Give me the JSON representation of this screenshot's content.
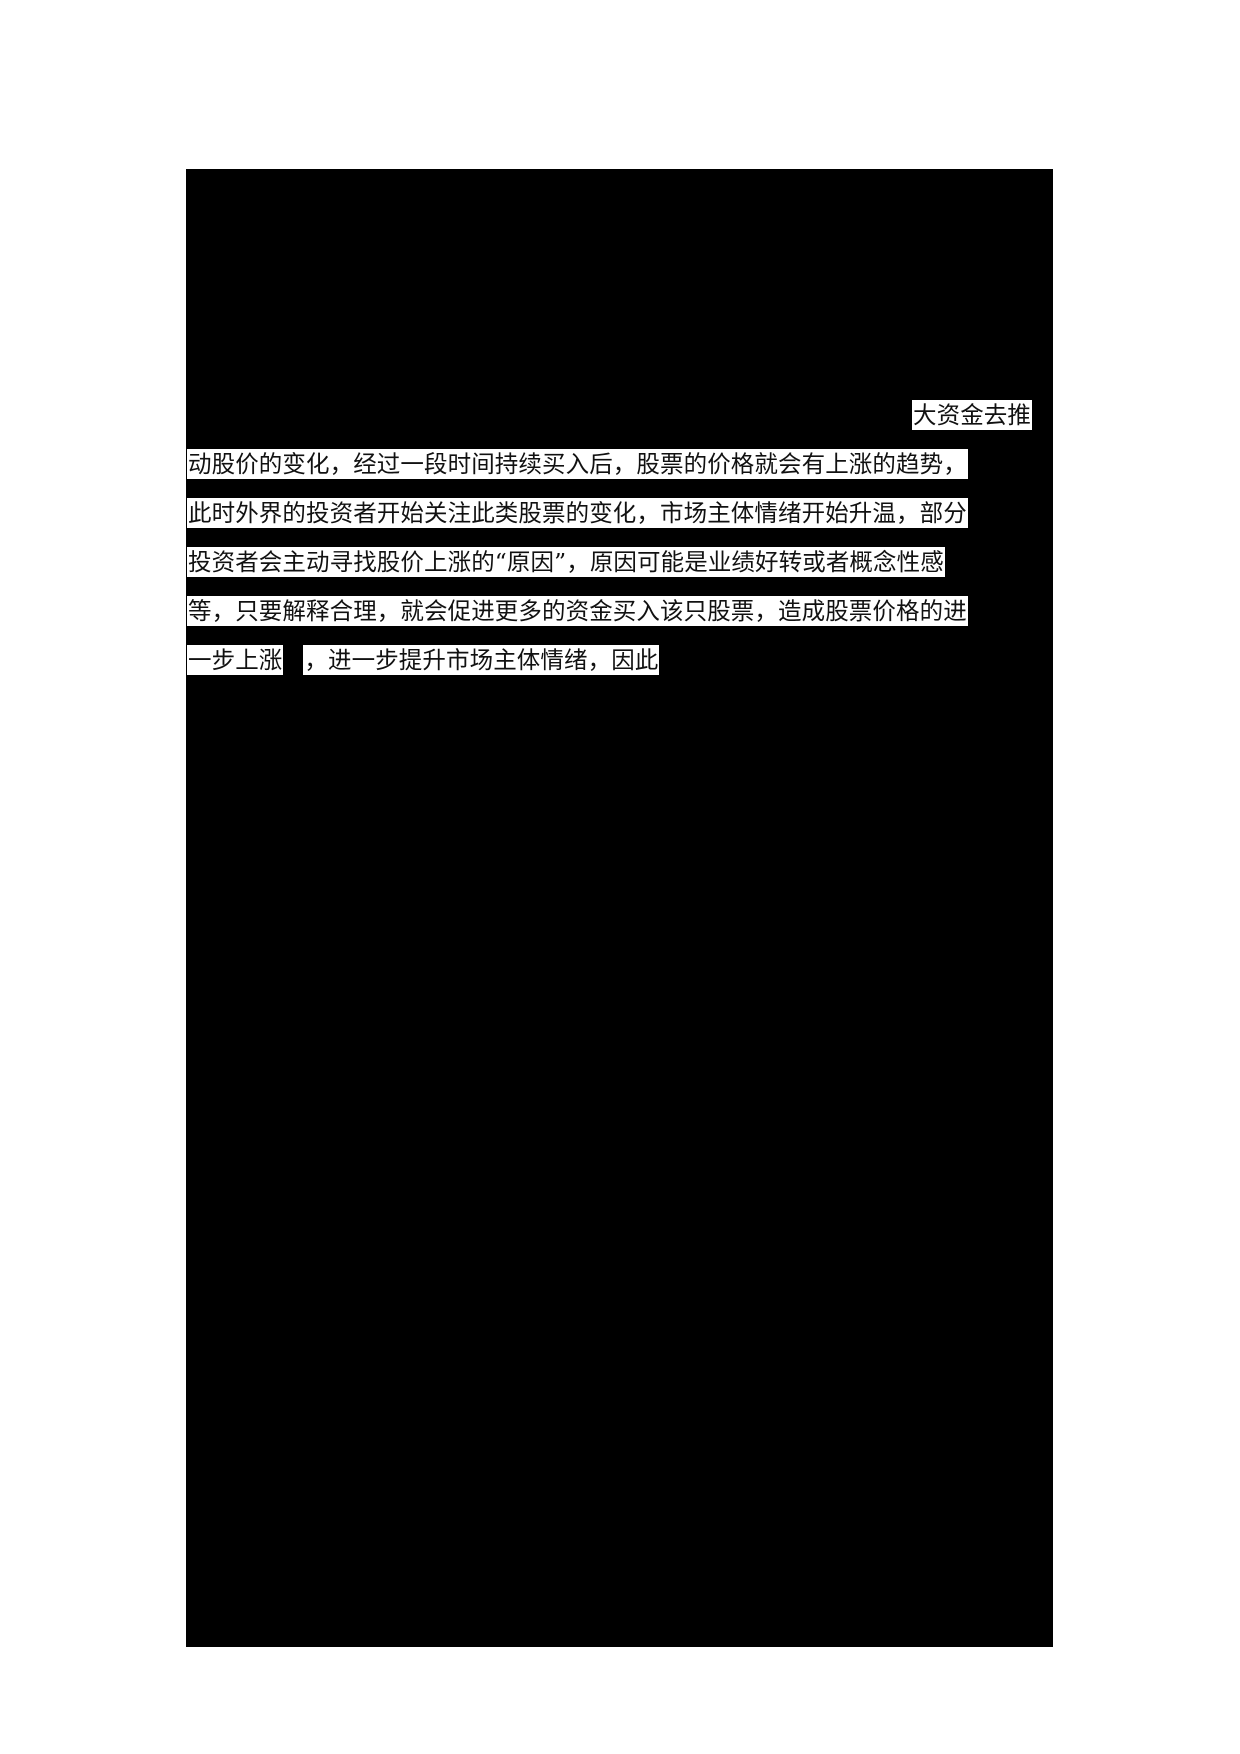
{
  "document": {
    "redacted": true,
    "lines": [
      {
        "segments": [
          "大资金去推"
        ]
      },
      {
        "segments": [
          "动股价的变化，经过一段时间持续买入后，股票的价格就会有上涨的趋势，"
        ]
      },
      {
        "segments": [
          "此时外界的投资者开始关注此类股票的变化，市场主体情绪开始升温，部分"
        ]
      },
      {
        "segments": [
          "投资者会主动寻找股价上涨的“原因”，原因可能是业绩好转或者概念性感"
        ]
      },
      {
        "segments": [
          "等，只要解释合理，就会促进更多的资金买入该只股票，造成股票价格的进"
        ]
      },
      {
        "segments": [
          "一步上涨",
          "，进一步提升市场主体情绪，因此"
        ]
      }
    ]
  },
  "colors": {
    "page_background": "#ffffff",
    "redaction": "#000000",
    "text": "#111111",
    "highlight": "#ffffff"
  }
}
